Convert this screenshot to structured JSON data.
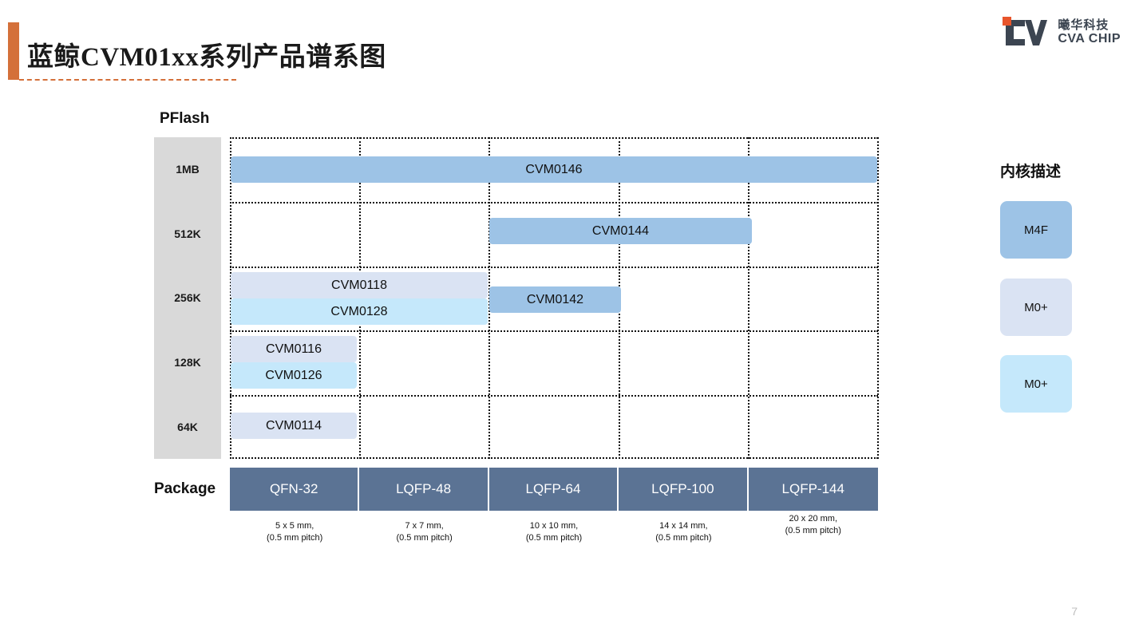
{
  "header": {
    "title": "蓝鲸CVM01xx系列产品谱系图",
    "accent_color": "#D4703A"
  },
  "logo": {
    "cn_name": "曦华科技",
    "en_name": "CVA CHIP",
    "mark_color": "#3C4551",
    "accent_color": "#E8552B"
  },
  "axes": {
    "y_title": "PFlash",
    "y_ticks": [
      "1MB",
      "512K",
      "256K",
      "128K",
      "64K"
    ],
    "y_strip_color": "#D9D9D9",
    "x_title": "Package"
  },
  "packages": [
    {
      "name": "QFN-32",
      "dims_line1": "5 x 5 mm,",
      "dims_line2": "(0.5 mm pitch)"
    },
    {
      "name": "LQFP-48",
      "dims_line1": "7 x 7 mm,",
      "dims_line2": "(0.5 mm pitch)"
    },
    {
      "name": "LQFP-64",
      "dims_line1": "10 x 10 mm,",
      "dims_line2": "(0.5 mm pitch)"
    },
    {
      "name": "LQFP-100",
      "dims_line1": "14 x 14 mm,",
      "dims_line2": "(0.5 mm pitch)"
    },
    {
      "name": "LQFP-144",
      "dims_line1": "20 x 20 mm,",
      "dims_line2": "(0.5 mm pitch)"
    }
  ],
  "package_bar_color": "#5B7394",
  "legend": {
    "title": "内核描述",
    "items": [
      {
        "label": "M4F",
        "color": "#9DC3E6"
      },
      {
        "label": "M0+",
        "color": "#DAE3F3"
      },
      {
        "label": "M0+",
        "color": "#C5E8FB"
      }
    ]
  },
  "chart_data": {
    "type": "table",
    "title": "蓝鲸CVM01xx系列产品谱系图",
    "xlabel": "Package",
    "ylabel": "PFlash",
    "categories": [
      "QFN-32",
      "LQFP-48",
      "LQFP-64",
      "LQFP-100",
      "LQFP-144"
    ],
    "y_ticks": [
      "1MB",
      "512K",
      "256K",
      "128K",
      "64K"
    ],
    "legend": [
      "M4F",
      "M0+",
      "M0+"
    ],
    "products": [
      {
        "name": "CVM0146",
        "flash": "1MB",
        "core": "M4F",
        "color": "#9DC3E6",
        "pkg_start": "LQFP-64",
        "pkg_end": "LQFP-144",
        "col_start": 2,
        "col_span": 3,
        "row": 0,
        "sub_row": 0
      },
      {
        "name": "CVM0144",
        "flash": "512K",
        "core": "M4F",
        "color": "#9DC3E6",
        "pkg_start": "LQFP-64",
        "pkg_end": "LQFP-100",
        "col_start": 2,
        "col_span": 2,
        "row": 1,
        "sub_row": 0
      },
      {
        "name": "CVM0118",
        "flash": "256K",
        "core": "M0+",
        "color": "#DAE3F3",
        "pkg_start": "QFN-32",
        "pkg_end": "LQFP-48",
        "col_start": 0,
        "col_span": 2,
        "row": 2,
        "sub_row": 0
      },
      {
        "name": "CVM0128",
        "flash": "256K",
        "core": "M0+",
        "color": "#C5E8FB",
        "pkg_start": "QFN-32",
        "pkg_end": "LQFP-48",
        "col_start": 0,
        "col_span": 2,
        "row": 2,
        "sub_row": 1
      },
      {
        "name": "CVM0142",
        "flash": "256K",
        "core": "M4F",
        "color": "#9DC3E6",
        "pkg_start": "LQFP-64",
        "pkg_end": "LQFP-64",
        "col_start": 2,
        "col_span": 1,
        "row": 2,
        "sub_row": 0
      },
      {
        "name": "CVM0116",
        "flash": "128K",
        "core": "M0+",
        "color": "#DAE3F3",
        "pkg_start": "QFN-32",
        "pkg_end": "QFN-32",
        "col_start": 0,
        "col_span": 1,
        "row": 3,
        "sub_row": 0
      },
      {
        "name": "CVM0126",
        "flash": "128K",
        "core": "M0+",
        "color": "#C5E8FB",
        "pkg_start": "QFN-32",
        "pkg_end": "QFN-32",
        "col_start": 0,
        "col_span": 1,
        "row": 3,
        "sub_row": 1
      },
      {
        "name": "CVM0114",
        "flash": "64K",
        "core": "M0+",
        "color": "#DAE3F3",
        "pkg_start": "QFN-32",
        "pkg_end": "QFN-32",
        "col_start": 0,
        "col_span": 1,
        "row": 4,
        "sub_row": 0
      }
    ],
    "grid": true
  },
  "page_number": "7"
}
